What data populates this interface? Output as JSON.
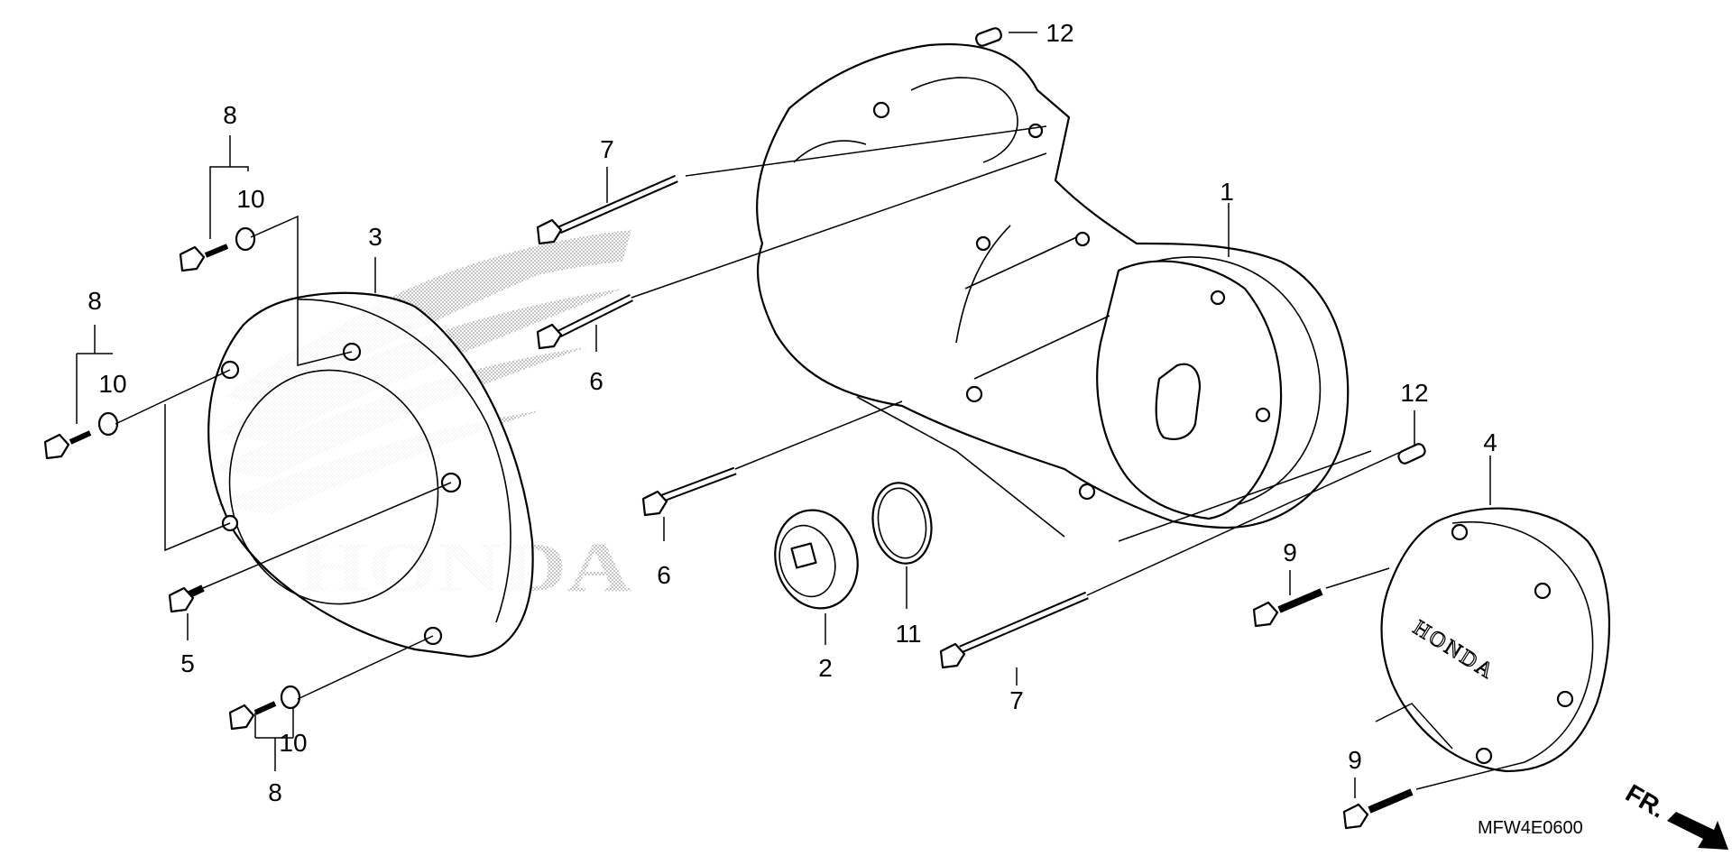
{
  "callouts": {
    "c1": "1",
    "c2": "2",
    "c3": "3",
    "c4": "4",
    "c5": "5",
    "c6a": "6",
    "c6b": "6",
    "c7a": "7",
    "c7b": "7",
    "c8a": "8",
    "c8b": "8",
    "c8c": "8",
    "c9a": "9",
    "c9b": "9",
    "c10a": "10",
    "c10b": "10",
    "c10c": "10",
    "c11": "11",
    "c12a": "12",
    "c12b": "12"
  },
  "watermark_text": "HONDA",
  "cover_emblem_text": "HONDA",
  "diagram_code": "MFW4E0600",
  "front_indicator": "FR.",
  "colors": {
    "ink": "#000000",
    "paper": "#ffffff",
    "watermark": "#b0b0b0"
  }
}
